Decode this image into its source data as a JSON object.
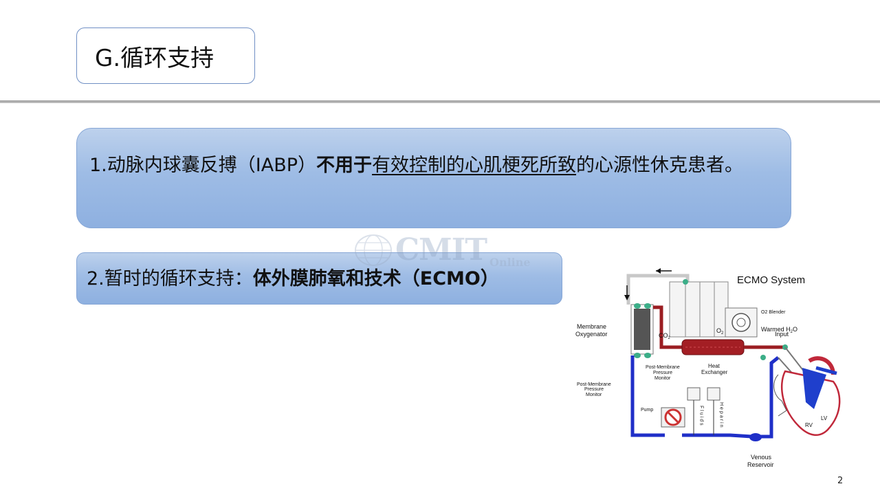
{
  "title": "G.循环支持",
  "point1": {
    "prefix": "1.动脉内球囊反搏（IABP）",
    "bold": "不用于",
    "underlined": "有效控制的心肌梗死所致",
    "suffix": "的心源性休克患者。"
  },
  "point2": {
    "prefix": "2.暂时的循环支持：",
    "bold": "体外膜肺氧和技术（ECMO）"
  },
  "watermark": {
    "brand": "CMIT",
    "sub": "Online"
  },
  "diagram": {
    "title": "ECMO System",
    "labels": {
      "o2_blender": "O2 Blender",
      "warmed_h2o_a": "Warmed H",
      "warmed_h2o_sub": "2",
      "warmed_h2o_b": "O",
      "input": "Input",
      "membrane_1": "Membrane",
      "membrane_2": "Oxygenator",
      "co2": "CO",
      "co2_sub": "2",
      "o2": "O",
      "o2_sub": "2",
      "post_top_1": "Post-Membrane",
      "post_top_2": "Pressure",
      "post_top_3": "Monitor",
      "heat_1": "Heat",
      "heat_2": "Exchanger",
      "post_left_1": "Post-Membrane",
      "post_left_2": "Pressure",
      "post_left_3": "Monitor",
      "pump": "Pump",
      "fluids": "Fluids",
      "heparin": "Heparin",
      "venous_1": "Venous",
      "venous_2": "Reservoir",
      "rv": "RV",
      "lv": "LV"
    }
  },
  "page_number": "2"
}
